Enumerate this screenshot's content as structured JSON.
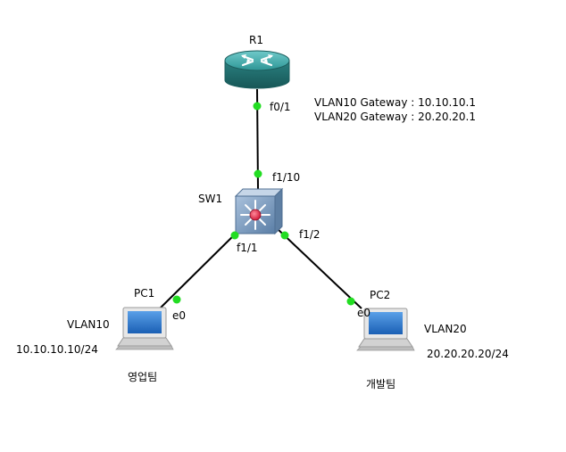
{
  "devices": {
    "router": {
      "name": "R1"
    },
    "switch": {
      "name": "SW1"
    },
    "pc1": {
      "name": "PC1",
      "vlan": "VLAN10",
      "ip": "10.10.10.10/24",
      "dept": "영업팀"
    },
    "pc2": {
      "name": "PC2",
      "vlan": "VLAN20",
      "ip": "20.20.20.20/24",
      "dept": "개발팀"
    }
  },
  "ports": {
    "r1_sw1_router_side": "f0/1",
    "r1_sw1_switch_side": "f1/10",
    "sw1_pc1_switch_side": "f1/1",
    "sw1_pc1_pc_side": "e0",
    "sw1_pc2_switch_side": "f1/2",
    "sw1_pc2_pc_side": "e0"
  },
  "gateway_notes": [
    "VLAN10 Gateway : 10.10.10.1",
    "VLAN20 Gateway : 20.20.20.1"
  ],
  "colors": {
    "link": "#000000",
    "port_dot": "#22dd22",
    "router_body": "#2e8b8b",
    "switch_body": "#7f9fc0"
  }
}
